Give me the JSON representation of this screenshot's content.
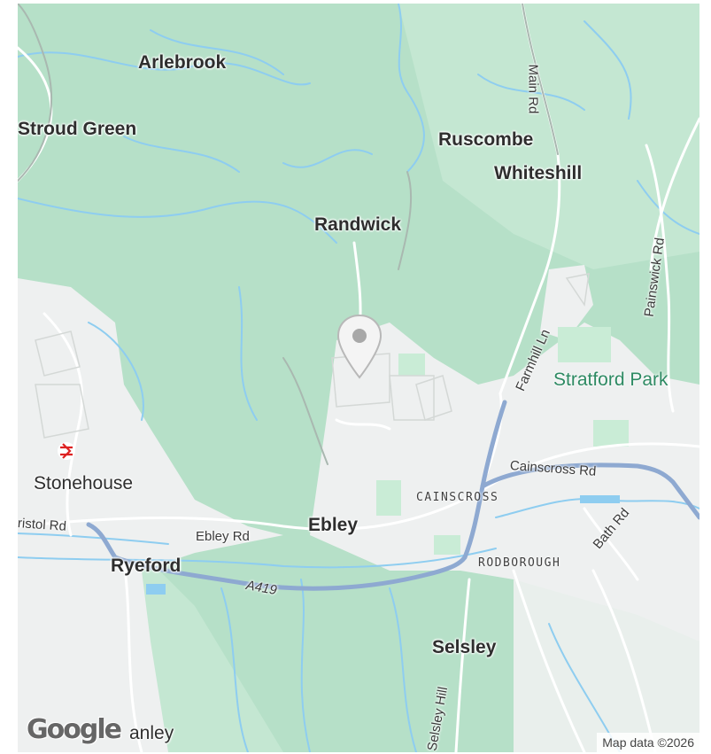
{
  "map": {
    "places": {
      "arlebrook": "Arlebrook",
      "stroud_green": "Stroud Green",
      "ruscombe": "Ruscombe",
      "whiteshill": "Whiteshill",
      "randwick": "Randwick",
      "stonehouse": "Stonehouse",
      "ebley": "Ebley",
      "ryeford": "Ryeford",
      "selsley": "Selsley",
      "eastington_partial": "anley"
    },
    "districts": {
      "cainscross": "CAINSCROSS",
      "rodborough": "RODBOROUGH"
    },
    "parks": {
      "stratford_park": "Stratford Park"
    },
    "roads": {
      "main_rd": "Main Rd",
      "painswick_rd": "Painswick Rd",
      "farmhill_ln": "Farmhill Ln",
      "cainscross_rd": "Cainscross Rd",
      "bath_rd": "Bath Rd",
      "bristol_rd": "ristol Rd",
      "ebley_rd": "Ebley Rd",
      "a419": "A419",
      "selsley_hill": "Selsley Hill"
    },
    "attribution": "Map data ©2026",
    "logo": "Google",
    "colors": {
      "woodland": "#b6e0c8",
      "urban": "#f1f3f4",
      "water": "#8ecdf0",
      "major_road": "#8ea9d1",
      "minor_road": "#ffffff",
      "park_text": "#2e8a63"
    },
    "icons": {
      "marker": "location-pin-icon",
      "station": "rail-station-icon"
    }
  }
}
